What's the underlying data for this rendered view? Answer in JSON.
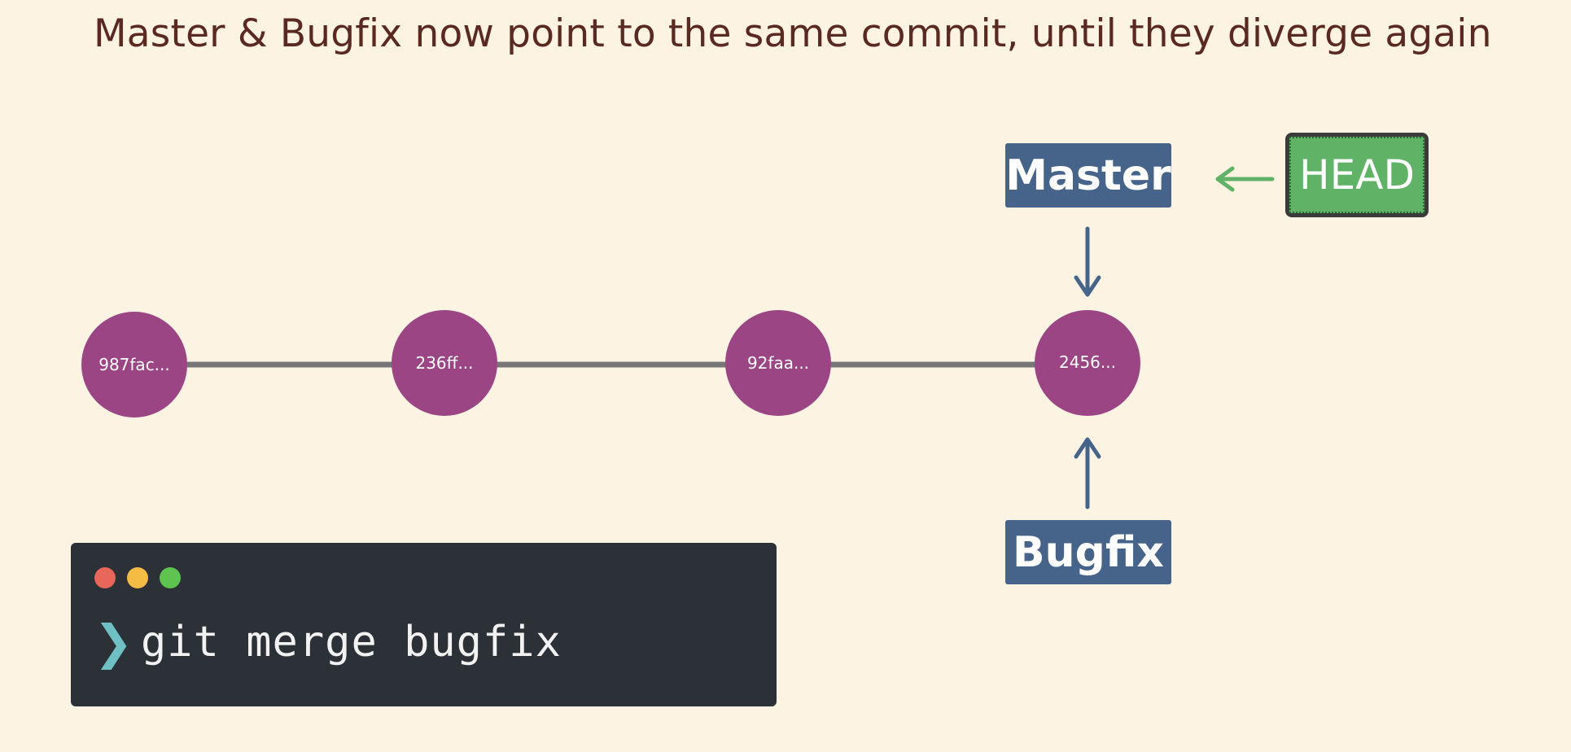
{
  "subtitle": "Master & Bugfix now point to the same commit, until they diverge again",
  "commits": [
    {
      "hash": "987fac..."
    },
    {
      "hash": "236ff..."
    },
    {
      "hash": "92faa..."
    },
    {
      "hash": "2456..."
    }
  ],
  "branches": {
    "master": "Master",
    "bugfix": "Bugfix"
  },
  "head": "HEAD",
  "terminal": {
    "prompt": "❯",
    "command": "git merge bugfix"
  },
  "colors": {
    "background": "#fdf3e3",
    "commit": "#9b4585",
    "branch_label": "#46648a",
    "head": "#5fb266",
    "line": "#777777",
    "terminal": "#2b3137",
    "prompt": "#6fc0c4"
  }
}
